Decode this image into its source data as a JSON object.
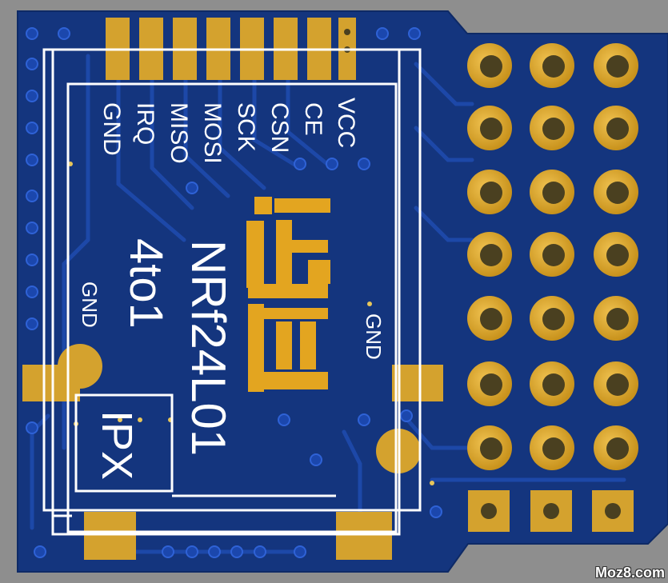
{
  "board": {
    "colors": {
      "background": "#8e8e8e",
      "board": "#14357e",
      "trace": "#1c47a6",
      "pad": "#d4a22e",
      "hole": "#4a4020",
      "silk": "#ffffff",
      "logo": "#e3a520"
    },
    "pins": {
      "vcc": "VCC",
      "ce": "CE",
      "csn": "CSN",
      "sck": "SCK",
      "mosi": "MOSI",
      "miso": "MISO",
      "irq": "IRQ",
      "gnd": "GND"
    },
    "gnd_left": "GND",
    "gnd_right": "GND",
    "model": "NRf24L01",
    "subtitle": "4to1",
    "ipx": "IPX",
    "header_rows": 7,
    "header_cols": 3,
    "square_pads": 3
  },
  "watermark": "Moz8.com"
}
